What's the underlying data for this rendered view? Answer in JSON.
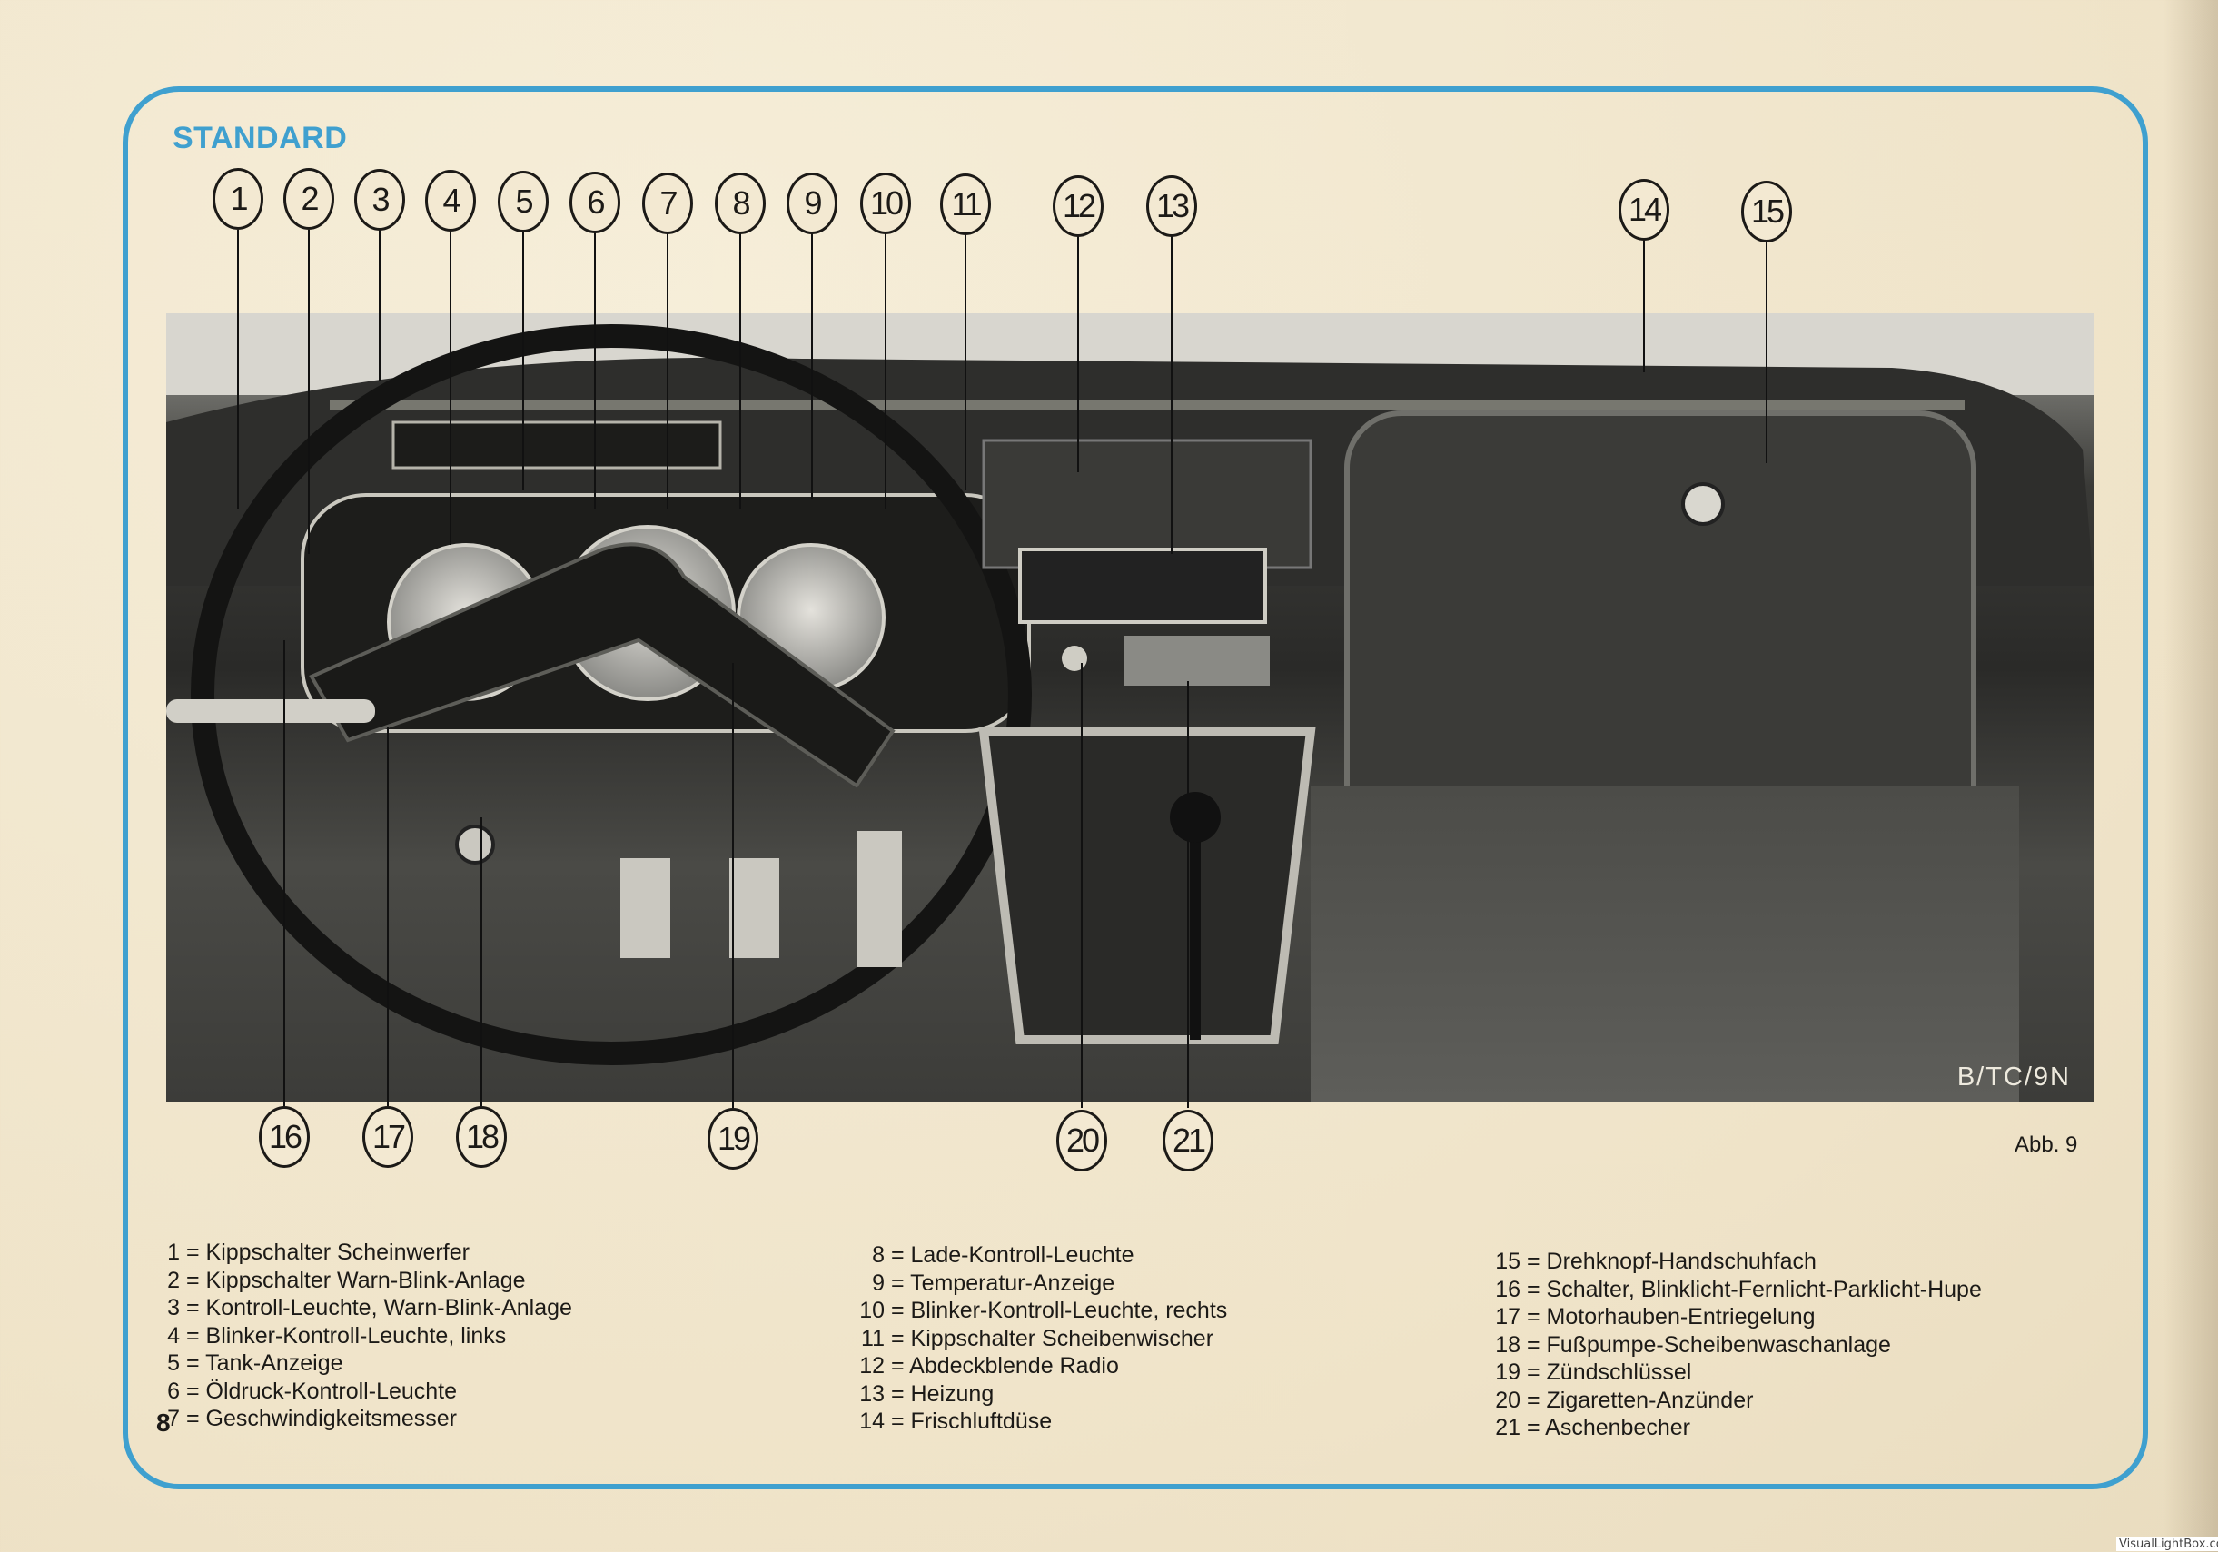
{
  "heading": "STANDARD",
  "photo_code": "B/TC/9N",
  "figure_caption": "Abb. 9",
  "page_number": "8",
  "watermark": "VisualLightBox.com",
  "accent_color": "#3fa0cf",
  "callouts_top": [
    "1",
    "2",
    "3",
    "4",
    "5",
    "6",
    "7",
    "8",
    "9",
    "10",
    "11",
    "12",
    "13",
    "14",
    "15"
  ],
  "callouts_bottom": [
    "16",
    "17",
    "18",
    "19",
    "20",
    "21"
  ],
  "legend": {
    "columns": [
      [
        {
          "num": "1",
          "sep": "=",
          "label": "Kippschalter Scheinwerfer"
        },
        {
          "num": "2",
          "sep": "=",
          "label": "Kippschalter Warn-Blink-Anlage"
        },
        {
          "num": "3",
          "sep": "=",
          "label": "Kontroll-Leuchte, Warn-Blink-Anlage"
        },
        {
          "num": "4",
          "sep": "=",
          "label": "Blinker-Kontroll-Leuchte, links"
        },
        {
          "num": "5",
          "sep": "=",
          "label": "Tank-Anzeige"
        },
        {
          "num": "6",
          "sep": "=",
          "label": "Öldruck-Kontroll-Leuchte"
        },
        {
          "num": "7",
          "sep": "=",
          "label": "Geschwindigkeitsmesser"
        }
      ],
      [
        {
          "num": "8",
          "sep": "=",
          "label": "Lade-Kontroll-Leuchte"
        },
        {
          "num": "9",
          "sep": "=",
          "label": "Temperatur-Anzeige"
        },
        {
          "num": "10",
          "sep": "=",
          "label": "Blinker-Kontroll-Leuchte, rechts"
        },
        {
          "num": "11",
          "sep": "=",
          "label": "Kippschalter Scheibenwischer"
        },
        {
          "num": "12",
          "sep": "=",
          "label": "Abdeckblende Radio"
        },
        {
          "num": "13",
          "sep": "=",
          "label": "Heizung"
        },
        {
          "num": "14",
          "sep": "=",
          "label": "Frischluftdüse"
        }
      ],
      [
        {
          "num": "15",
          "sep": "=",
          "label": "Drehknopf-Handschuhfach"
        },
        {
          "num": "16",
          "sep": "=",
          "label": "Schalter, Blinklicht-Fernlicht-Parklicht-Hupe"
        },
        {
          "num": "17",
          "sep": "=",
          "label": "Motorhauben-Entriegelung"
        },
        {
          "num": "18",
          "sep": "=",
          "label": "Fußpumpe-Scheibenwaschanlage"
        },
        {
          "num": "19",
          "sep": "=",
          "label": "Zündschlüssel"
        },
        {
          "num": "20",
          "sep": "=",
          "label": "Zigaretten-Anzünder"
        },
        {
          "num": "21",
          "sep": "=",
          "label": "Aschenbecher"
        }
      ]
    ]
  }
}
